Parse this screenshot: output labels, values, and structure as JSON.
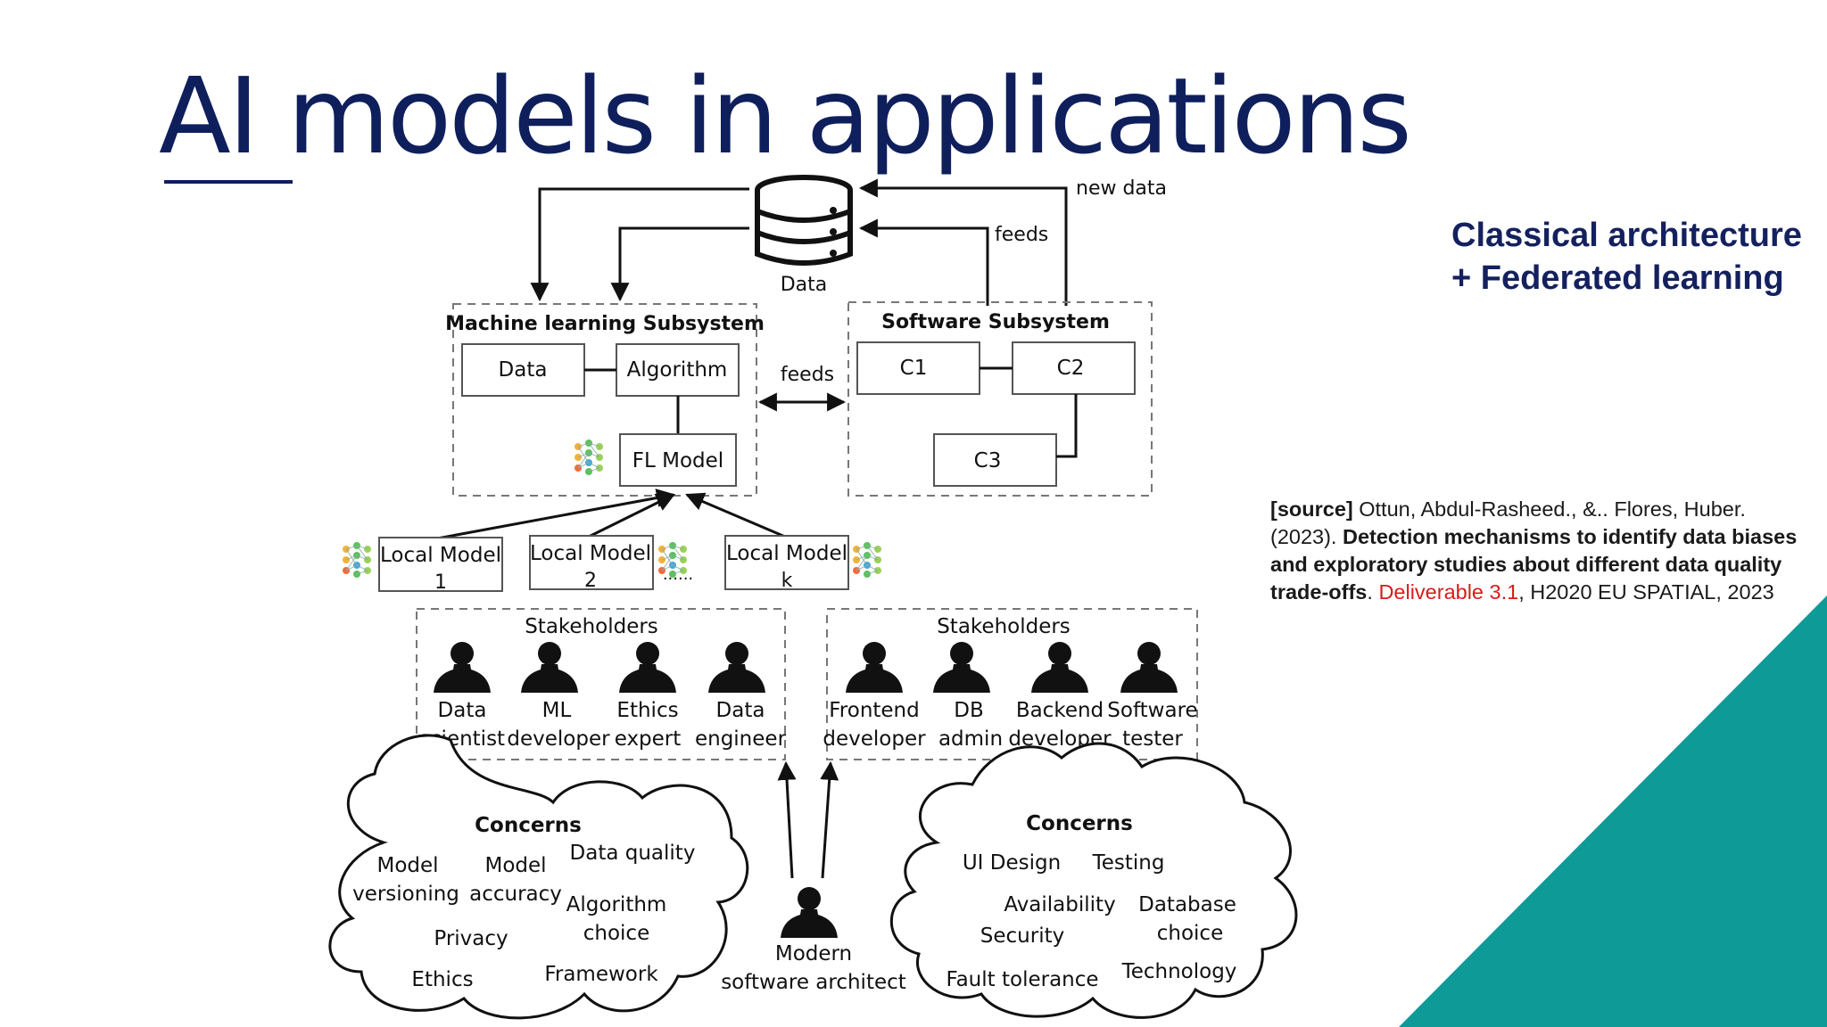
{
  "slide": {
    "title": "AI models in applications",
    "side_heading": [
      "Classical architecture",
      "+ Federated learning"
    ],
    "accent_color": "#0f1f5c",
    "corner_color": "#0e9a97"
  },
  "source": {
    "tag": "[source]",
    "authors": " Ottun, Abdul-Rasheed., &.. Flores, Huber. (2023). ",
    "title": "Detection mechanisms to identify data biases and exploratory studies about different data quality trade-offs",
    "sep": ". ",
    "deliverable": "Deliverable 3.1",
    "rest": ", H2020 EU SPATIAL, 2023",
    "link_color": "#d81b1b"
  },
  "diagram": {
    "data_label": "Data",
    "new_data": "new data",
    "feeds_top": "feeds",
    "feeds_mid": "feeds",
    "ml_subsystem": {
      "title": "Machine learning Subsystem",
      "data": "Data",
      "algorithm": "Algorithm",
      "fl_model": "FL Model"
    },
    "sw_subsystem": {
      "title": "Software Subsystem",
      "c1": "C1",
      "c2": "C2",
      "c3": "C3"
    },
    "local_models": [
      {
        "line1": "Local Model",
        "line2": "1"
      },
      {
        "line1": "Local Model",
        "line2": "2"
      },
      {
        "line1": "Local Model",
        "line2": "k"
      }
    ],
    "ellipsis": "......",
    "stakeholders_left": {
      "title": "Stakeholders",
      "people": [
        {
          "line1": "Data",
          "line2": "scientist"
        },
        {
          "line1": "ML",
          "line2": "developer"
        },
        {
          "line1": "Ethics",
          "line2": "expert"
        },
        {
          "line1": "Data",
          "line2": "engineer"
        }
      ]
    },
    "stakeholders_right": {
      "title": "Stakeholders",
      "people": [
        {
          "line1": "Frontend",
          "line2": "developer"
        },
        {
          "line1": "DB",
          "line2": "admin"
        },
        {
          "line1": "Backend",
          "line2": "developer"
        },
        {
          "line1": "Software",
          "line2": "tester"
        }
      ]
    },
    "concerns_left": {
      "title": "Concerns",
      "items": [
        "Model",
        "versioning",
        "Model",
        "accuracy",
        "Data quality",
        "Algorithm",
        "choice",
        "Privacy",
        "Ethics",
        "Framework"
      ]
    },
    "concerns_right": {
      "title": "Concerns",
      "items": [
        "UI Design",
        "Testing",
        "Availability",
        "Security",
        "Database",
        "choice",
        "Fault tolerance",
        "Technology"
      ]
    },
    "architect": {
      "line1": "Modern",
      "line2": "software architect"
    }
  }
}
